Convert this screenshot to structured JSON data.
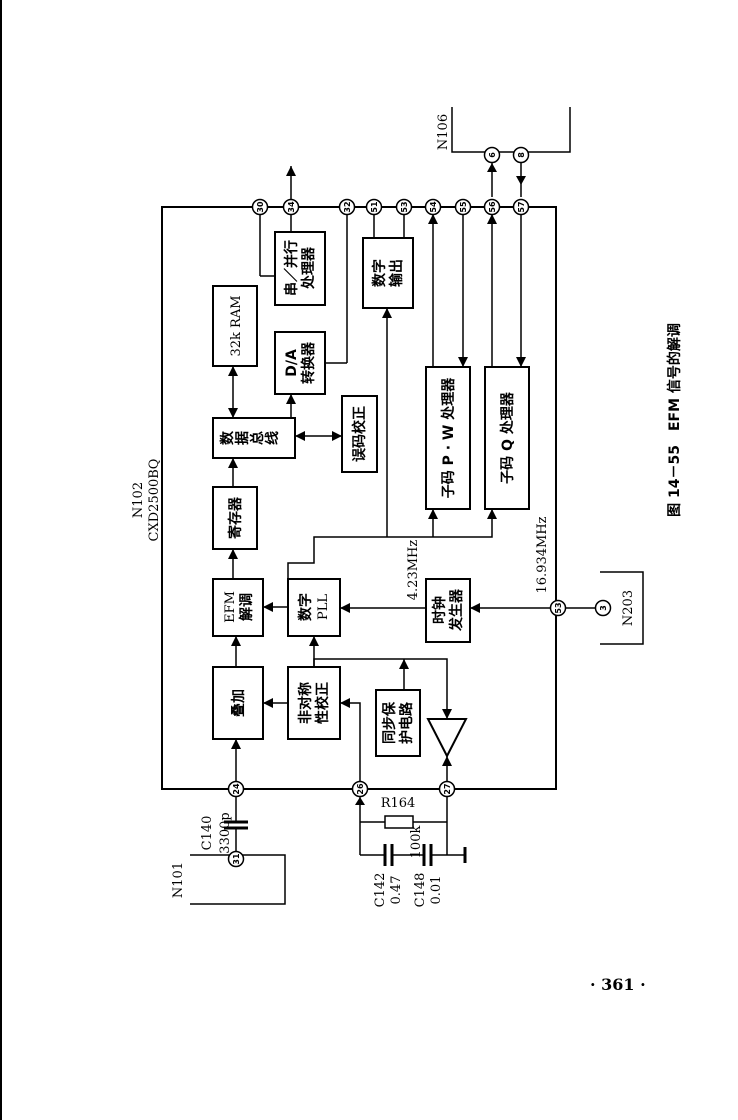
{
  "figure": {
    "caption": "图 14－55　EFM 信号的解调"
  },
  "page_number": "· 361 ·",
  "chips": {
    "n106": "N106",
    "n102_name": "N102",
    "n102_part": "CXD2500BQ",
    "n101": "N101",
    "n203": "N203"
  },
  "blocks": {
    "serial_parallel_l1": "串／并行",
    "serial_parallel_l2": "处理器",
    "ram": "32k RAM",
    "digital_output_l1": "数字",
    "digital_output_l2": "输出",
    "da_l1": "D/A",
    "da_l2": "转换器",
    "data_bus_l1": "数",
    "data_bus_l2": "据",
    "data_bus_l3": "总",
    "data_bus_l4": "线",
    "error_correction": "误码校正",
    "subcode_pw": "子码 P · W 处理器",
    "subcode_q": "子码 Q 处理器",
    "register": "寄存器",
    "efm_l1": "EFM",
    "efm_l2": "解调",
    "pll_l1": "数字",
    "pll_l2": "PLL",
    "clock_l1": "时钟",
    "clock_l2": "发生器",
    "adder": "叠加",
    "asym_l1": "非对称",
    "asym_l2": "性校正",
    "sync_l1": "同步保",
    "sync_l2": "护电路"
  },
  "freqs": {
    "f1": "4.23MHz",
    "f2": "16.934MHz"
  },
  "components": {
    "c140_name": "C140",
    "c140_value": "3300p",
    "r164_name": "R164",
    "r164_value": "100k",
    "c142_name": "C142",
    "c142_value": "0.47",
    "c148_name": "C148",
    "c148_value": "0.01"
  },
  "pins": {
    "top": [
      "30",
      "34",
      "32",
      "51",
      "53",
      "54",
      "55",
      "56",
      "57"
    ],
    "n106": [
      "6",
      "8"
    ],
    "bottom": [
      "24",
      "26",
      "27"
    ],
    "n101": "31",
    "n203": "3",
    "clock": "53"
  }
}
